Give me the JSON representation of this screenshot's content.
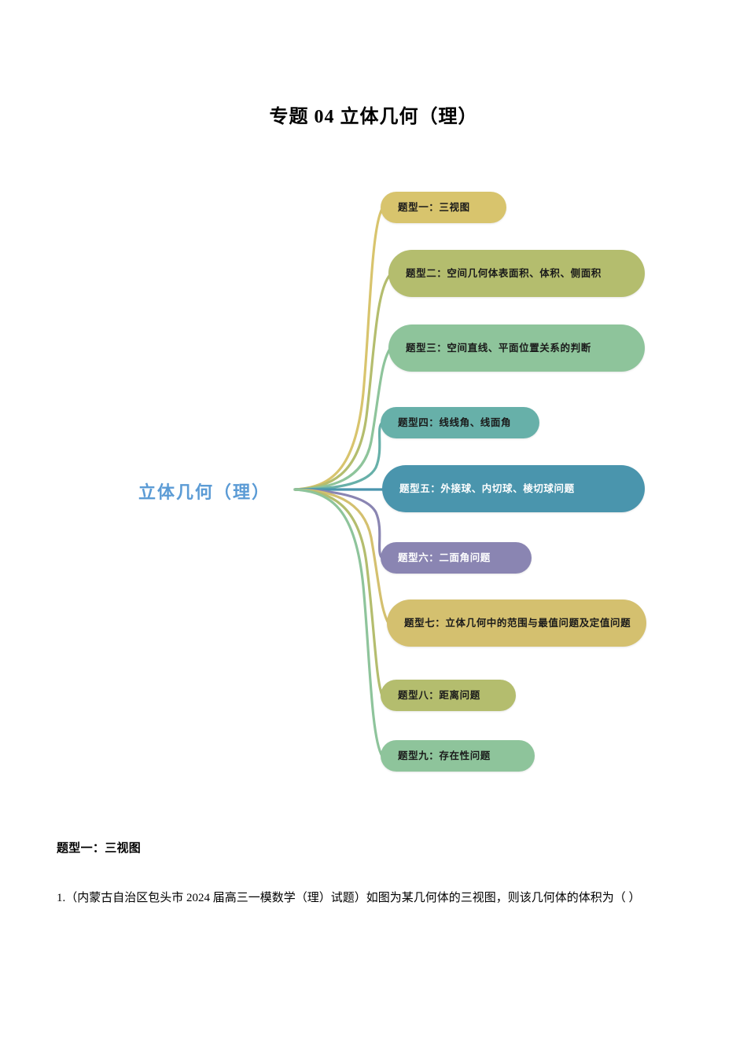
{
  "document": {
    "title": "专题 04 立体几何（理）"
  },
  "mindmap": {
    "center": {
      "label": "立体几何（理）",
      "color": "#5b9bd5"
    },
    "branches": [
      {
        "label": "题型一：三视图",
        "color": "#d8c46d",
        "text_color": "#1a1a1a"
      },
      {
        "label": "题型二：空间几何体表面积、体积、侧面积",
        "color": "#b4bd6e",
        "text_color": "#1a1a1a"
      },
      {
        "label": "题型三：空间直线、平面位置关系的判断",
        "color": "#8ec49b",
        "text_color": "#1a1a1a"
      },
      {
        "label": "题型四：线线角、线面角",
        "color": "#67b0a9",
        "text_color": "#1a1a1a"
      },
      {
        "label": "题型五：外接球、内切球、棱切球问题",
        "color": "#4a95ad",
        "text_color": "#ffffff"
      },
      {
        "label": "题型六：二面角问题",
        "color": "#8a85b2",
        "text_color": "#ffffff"
      },
      {
        "label": "题型七：立体几何中的范围与最值问题及定值问题",
        "color": "#d4c06f",
        "text_color": "#1a1a1a"
      },
      {
        "label": "题型八：距离问题",
        "color": "#b4bd6e",
        "text_color": "#1a1a1a"
      },
      {
        "label": "题型九：存在性问题",
        "color": "#8ec49b",
        "text_color": "#1a1a1a"
      }
    ]
  },
  "content": {
    "section_heading": "题型一：三视图",
    "question_1": "1.（内蒙古自治区包头市 2024 届高三一模数学（理）试题）如图为某几何体的三视图，则该几何体的体积为（  ）"
  }
}
